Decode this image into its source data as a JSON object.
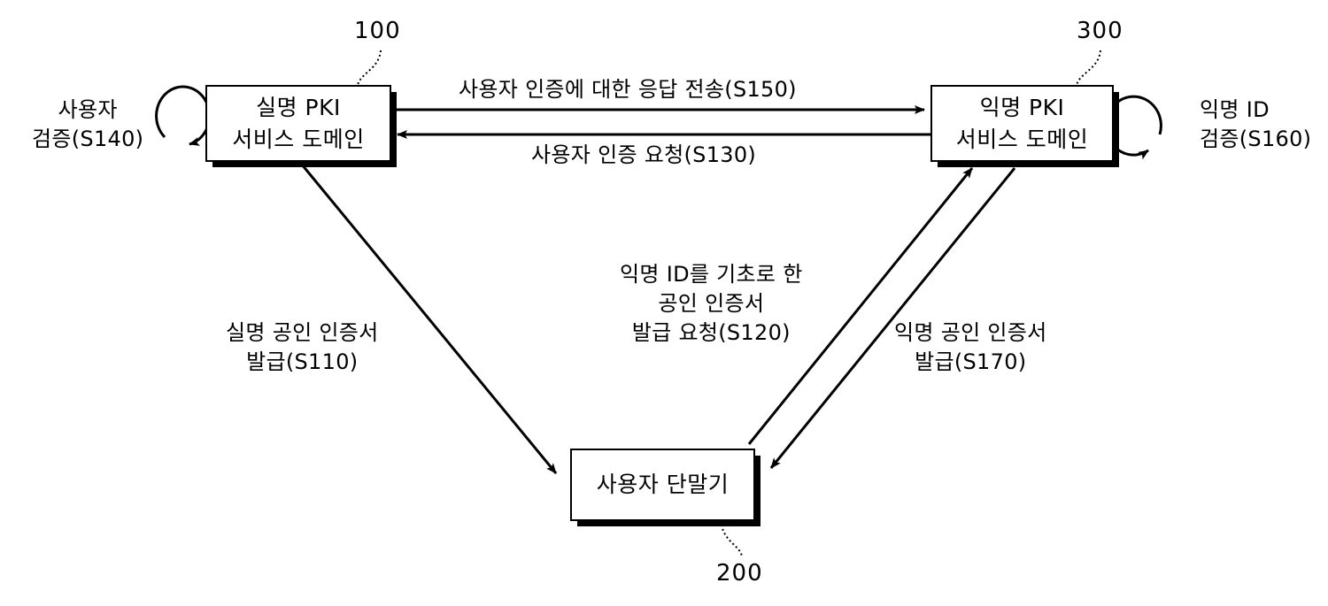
{
  "figure": {
    "type": "patent-flow-diagram",
    "background_color": "#ffffff",
    "line_color": "#000000"
  },
  "nodes": [
    {
      "id": "realname-pki-service-domain",
      "ref": "100",
      "lines": [
        "실명 PKI",
        "서비스 도메인"
      ]
    },
    {
      "id": "anonymous-pki-service-domain",
      "ref": "300",
      "lines": [
        "익명 PKI",
        "서비스 도메인"
      ]
    },
    {
      "id": "user-terminal",
      "ref": "200",
      "lines": [
        "사용자 단말기"
      ]
    }
  ],
  "edges": [
    {
      "id": "s150",
      "step": "S150",
      "from": "realname-pki-service-domain",
      "to": "anonymous-pki-service-domain",
      "direction": "right",
      "lines": [
        "사용자 인증에 대한 응답 전송(S150)"
      ]
    },
    {
      "id": "s130",
      "step": "S130",
      "from": "anonymous-pki-service-domain",
      "to": "realname-pki-service-domain",
      "direction": "left",
      "lines": [
        "사용자 인증 요청(S130)"
      ]
    },
    {
      "id": "s140",
      "step": "S140",
      "from": "realname-pki-service-domain",
      "to": "realname-pki-service-domain",
      "direction": "self-loop",
      "lines": [
        "사용자",
        "검증(S140)"
      ]
    },
    {
      "id": "s160",
      "step": "S160",
      "from": "anonymous-pki-service-domain",
      "to": "anonymous-pki-service-domain",
      "direction": "self-loop",
      "lines": [
        "익명 ID",
        "검증(S160)"
      ]
    },
    {
      "id": "s110",
      "step": "S110",
      "from": "realname-pki-service-domain",
      "to": "user-terminal",
      "direction": "down-right",
      "lines": [
        "실명 공인 인증서",
        "발급(S110)"
      ]
    },
    {
      "id": "s120",
      "step": "S120",
      "from": "user-terminal",
      "to": "anonymous-pki-service-domain",
      "direction": "up-right",
      "lines": [
        "익명 ID를 기초로 한",
        "공인 인증서",
        "발급 요청(S120)"
      ]
    },
    {
      "id": "s170",
      "step": "S170",
      "from": "anonymous-pki-service-domain",
      "to": "user-terminal",
      "direction": "down-left",
      "lines": [
        "익명 공인 인증서",
        "발급(S170)"
      ]
    }
  ],
  "labels": {
    "node_realname_line1": "실명 PKI",
    "node_realname_line2": "서비스 도메인",
    "node_anonymous_line1": "익명 PKI",
    "node_anonymous_line2": "서비스 도메인",
    "node_terminal_line1": "사용자 단말기",
    "ref_100": "100",
    "ref_300": "300",
    "ref_200": "200",
    "s150_line1": "사용자 인증에 대한 응답 전송(S150)",
    "s130_line1": "사용자 인증 요청(S130)",
    "s140_line1": "사용자",
    "s140_line2": "검증(S140)",
    "s160_line1": "익명 ID",
    "s160_line2": "검증(S160)",
    "s110_line1": "실명 공인 인증서",
    "s110_line2": "발급(S110)",
    "s120_line1": "익명 ID를 기초로 한",
    "s120_line2": "공인 인증서",
    "s120_line3": "발급 요청(S120)",
    "s170_line1": "익명 공인 인증서",
    "s170_line2": "발급(S170)"
  }
}
